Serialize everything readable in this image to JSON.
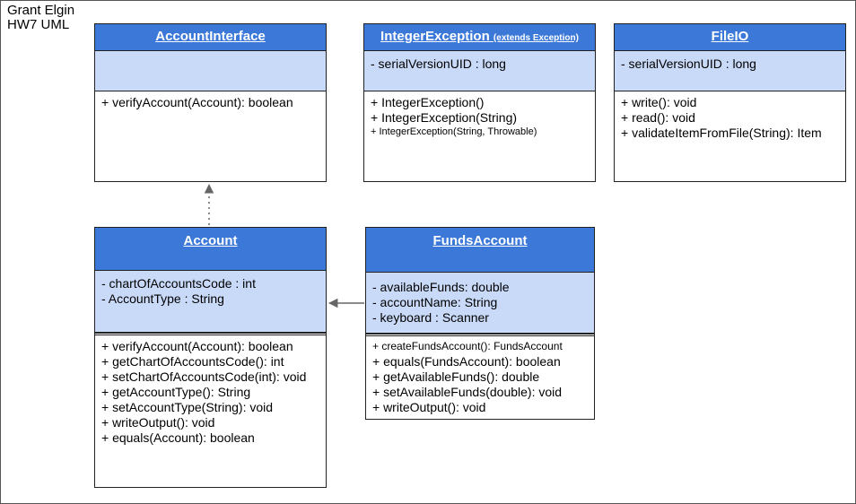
{
  "author": {
    "line1": "Grant Elgin",
    "line2": "HW7 UML"
  },
  "classes": {
    "account_interface": {
      "name": "AccountInterface",
      "attributes": [],
      "methods": [
        "+ verifyAccount(Account): boolean"
      ]
    },
    "integer_exception": {
      "name": "IntegerException",
      "extends_note": "(extends Exception)",
      "attributes": [
        "- serialVersionUID : long"
      ],
      "methods": [
        "+ IntegerException()",
        "+ IntegerException(String)",
        "+ IntegerException(String, Throwable)"
      ]
    },
    "file_io": {
      "name": "FileIO",
      "attributes": [
        "- serialVersionUID : long"
      ],
      "methods": [
        "+ write(): void",
        "+ read(): void",
        "+ validateItemFromFile(String): Item"
      ]
    },
    "account": {
      "name": "Account",
      "attributes": [
        "- chartOfAccountsCode : int",
        "- AccountType : String"
      ],
      "methods": [
        "+ verifyAccount(Account): boolean",
        "+ getChartOfAccountsCode(): int",
        "+ setChartOfAccountsCode(int): void",
        "+ getAccountType(): String",
        "+ setAccountType(String): void",
        "+ writeOutput(): void",
        "+ equals(Account): boolean"
      ]
    },
    "funds_account": {
      "name": "FundsAccount",
      "attributes": [
        "- availableFunds: double",
        "- accountName: String",
        "- keyboard : Scanner"
      ],
      "methods": [
        "+ createFundsAccount(): FundsAccount",
        "+ equals(FundsAccount): boolean",
        "+ getAvailableFunds(): double",
        "+ setAvailableFunds(double): void",
        "+ writeOutput(): void"
      ]
    }
  },
  "colors": {
    "header": "#3c78d8",
    "attributes": "#c9daf8",
    "border": "#222222",
    "arrow": "#666666"
  }
}
